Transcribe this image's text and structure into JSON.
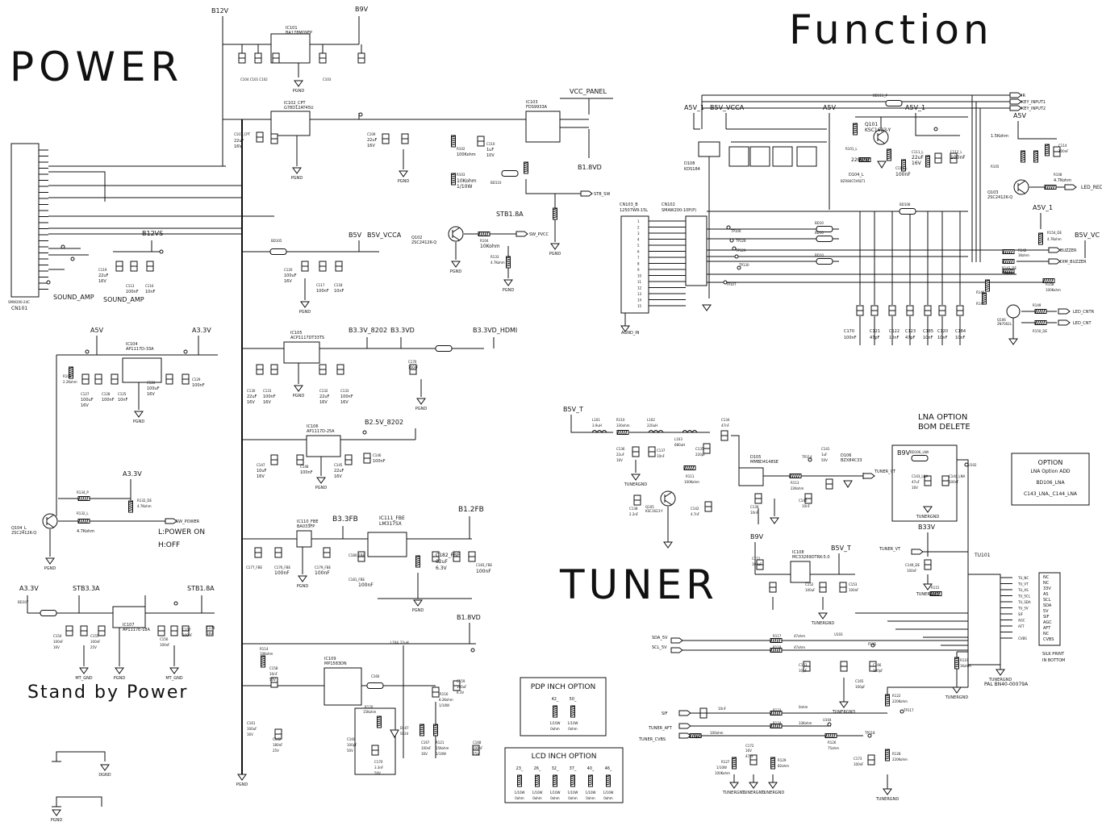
{
  "titles": {
    "power": "POWER",
    "function": "Function",
    "tuner": "TUNER",
    "standby": "Stand by Power"
  },
  "rails": [
    {
      "id": "b12v",
      "text": "B12V"
    },
    {
      "id": "b9v",
      "text": "B9V"
    },
    {
      "id": "vcc_panel",
      "text": "VCC_PANEL"
    },
    {
      "id": "b12vs",
      "text": "B12VS"
    },
    {
      "id": "b5v",
      "text": "B5V"
    },
    {
      "id": "b5v_vcca",
      "text": "B5V_VCCA"
    },
    {
      "id": "a5v_pw",
      "text": "A5V"
    },
    {
      "id": "a3v3",
      "text": "A3.3V"
    },
    {
      "id": "b3v3_8202",
      "text": "B3.3V_8202"
    },
    {
      "id": "b3v3d",
      "text": "B3.3VD"
    },
    {
      "id": "b3v3d_hdmi",
      "text": "B3.3VD_HDMI"
    },
    {
      "id": "b2v5_8202",
      "text": "B2.5V_8202"
    },
    {
      "id": "b3v3fb",
      "text": "B3.3FB"
    },
    {
      "id": "b1v2fb",
      "text": "B1.2FB"
    },
    {
      "id": "b1v8d_low",
      "text": "B1.8VD"
    },
    {
      "id": "b1v8d",
      "text": "B1.8VD"
    },
    {
      "id": "stb1v8a",
      "text": "STB1.8A"
    },
    {
      "id": "a3v3_sw",
      "text": "A3.3V"
    },
    {
      "id": "a3v3_sb",
      "text": "A3.3V"
    },
    {
      "id": "stb3v3a",
      "text": "STB3.3A"
    },
    {
      "id": "stb1v8a_sb",
      "text": "STB1.8A"
    },
    {
      "id": "a5v_1",
      "text": "A5V_1"
    },
    {
      "id": "b5v_vcca_f",
      "text": "B5V_VCCA"
    },
    {
      "id": "a5v_f",
      "text": "A5V"
    },
    {
      "id": "a5v_1b",
      "text": "A5V_1"
    },
    {
      "id": "a5v_r",
      "text": "A5V"
    },
    {
      "id": "a5v_1c",
      "text": "A5V_1"
    },
    {
      "id": "b5v_vc",
      "text": "B5V_VC"
    },
    {
      "id": "b5v_t",
      "text": "B5V_T"
    },
    {
      "id": "b9v_t",
      "text": "B9V"
    },
    {
      "id": "b5v_t2",
      "text": "B5V_T"
    },
    {
      "id": "b9v_lna",
      "text": "B9V"
    },
    {
      "id": "b33v",
      "text": "B33V"
    }
  ],
  "parts": [
    {
      "id": "ic101",
      "ref": "IC101",
      "val": "BA178M09FP"
    },
    {
      "id": "ic102",
      "ref": "IC102_CPT",
      "val": "G78D12AT45U"
    },
    {
      "id": "ic103",
      "ref": "IC103",
      "val": "FDS9933A"
    },
    {
      "id": "ic104",
      "ref": "IC104",
      "val": "AP1117D-33A"
    },
    {
      "id": "ic105",
      "ref": "IC105",
      "val": "ACP1117DT33TS"
    },
    {
      "id": "ic106",
      "ref": "IC106",
      "val": "AP1117D-25A"
    },
    {
      "id": "ic110",
      "ref": "IC110_FBE",
      "val": "BA033FP"
    },
    {
      "id": "ic111",
      "ref": "IC111_FBE",
      "val": "LM317SX"
    },
    {
      "id": "ic109",
      "ref": "IC109",
      "val": "MP1583DN"
    },
    {
      "id": "ic107",
      "ref": "IC107",
      "val": "AP1117E-18A"
    },
    {
      "id": "ic108",
      "ref": "IC108",
      "val": "MC33269DTRK-5.0"
    },
    {
      "id": "cn101",
      "ref": "CN101",
      "val": "SMW200-24C"
    },
    {
      "id": "cn102",
      "ref": "CN102",
      "val": "SMAW200-10P(P)"
    },
    {
      "id": "cn103",
      "ref": "CN103_B",
      "val": "12507WR-15L"
    },
    {
      "id": "tu101",
      "ref": "TU101",
      "val": "PAL BN40-00079A"
    },
    {
      "id": "q101",
      "ref": "Q101",
      "val": "KSC1623-Y"
    },
    {
      "id": "q102",
      "ref": "Q102",
      "val": "2SC2412K-Q"
    },
    {
      "id": "q103",
      "ref": "Q103",
      "val": "2SC2412K-Q"
    },
    {
      "id": "q104",
      "ref": "Q104_L",
      "val": "2SC2412K-Q"
    },
    {
      "id": "q105",
      "ref": "Q105",
      "val": "KSC1623-Y"
    },
    {
      "id": "q106",
      "ref": "Q106",
      "val": "2N7002L"
    },
    {
      "id": "d108",
      "ref": "D108",
      "val": "KDS184"
    },
    {
      "id": "d105",
      "ref": "D105",
      "val": "MMBD4148SE"
    },
    {
      "id": "d106",
      "ref": "D106",
      "val": "BZX84C33"
    },
    {
      "id": "d104",
      "ref": "D104_L",
      "val": "BZX84C5V6LT1"
    }
  ],
  "labels": [
    {
      "id": "cn101",
      "text": "CN101"
    },
    {
      "id": "sound_amp1",
      "text": "SOUND_AMP"
    },
    {
      "id": "sound_amp2",
      "text": "SOUND_AMP"
    },
    {
      "id": "pwr_on",
      "text": "L:POWER ON"
    },
    {
      "id": "pwr_off",
      "text": "H:OFF"
    },
    {
      "id": "pwr_net",
      "text": "SW_POWER"
    },
    {
      "id": "stb_sw",
      "text": "STB_SW"
    },
    {
      "id": "sw_pvcc",
      "text": "SW_PVCC"
    },
    {
      "id": "ir",
      "text": "IR"
    },
    {
      "id": "key1",
      "text": "KEY_INPUT1"
    },
    {
      "id": "key2",
      "text": "KEY_INPUT2"
    },
    {
      "id": "led_red",
      "text": "LED_RED"
    },
    {
      "id": "buzzer",
      "text": "BUZZER"
    },
    {
      "id": "dim_buzzer",
      "text": "DIM_BUZZER"
    },
    {
      "id": "led_cntr",
      "text": "LED_CNTR"
    },
    {
      "id": "led_cnt",
      "text": "LED_CNT"
    },
    {
      "id": "agnd_in",
      "text": "AGND_IN"
    },
    {
      "id": "tuner_vt",
      "text": "TUNER_VT"
    },
    {
      "id": "tuner_vt2",
      "text": "TUNER_VT"
    },
    {
      "id": "sda",
      "text": "SDA_5V"
    },
    {
      "id": "scl",
      "text": "SCL_5V"
    },
    {
      "id": "sif",
      "text": "SIF"
    },
    {
      "id": "tuner_aft",
      "text": "TUNER_AFT"
    },
    {
      "id": "tuner_cvbs",
      "text": "TUNER_CVBS"
    },
    {
      "id": "lna1",
      "text": "LNA OPTION"
    },
    {
      "id": "lna2",
      "text": "BOM DELETE"
    },
    {
      "id": "silk1",
      "text": "SILK PRINT"
    },
    {
      "id": "silk2",
      "text": "IN BOTTOM"
    }
  ],
  "tuner_pins": [
    "NC",
    "NC",
    "33V",
    "AS",
    "SCL",
    "SDA",
    "5V",
    "SIF",
    "AGC",
    "AFT",
    "NC",
    "CVBS"
  ],
  "option_box": {
    "title": "OPTION",
    "lines": [
      "LNA Option ADD",
      "BD106_LNA",
      "C143_LNA,_C144_LNA"
    ]
  },
  "pdp_option": {
    "title": "PDP INCH OPTION",
    "sizes": [
      "42_",
      "50_"
    ],
    "values": [
      "1/10W",
      "0ohm"
    ]
  },
  "lcd_option": {
    "title": "LCD INCH OPTION",
    "sizes": [
      "23_",
      "26_",
      "32_",
      "37_",
      "40_",
      "46_"
    ],
    "values": [
      "1/10W",
      "0ohm"
    ]
  },
  "grounds": {
    "pgnd": "PGND",
    "dgnd": "DGND",
    "tunergnd": "TUNERGND",
    "mt_gnd": "MT_GND"
  }
}
